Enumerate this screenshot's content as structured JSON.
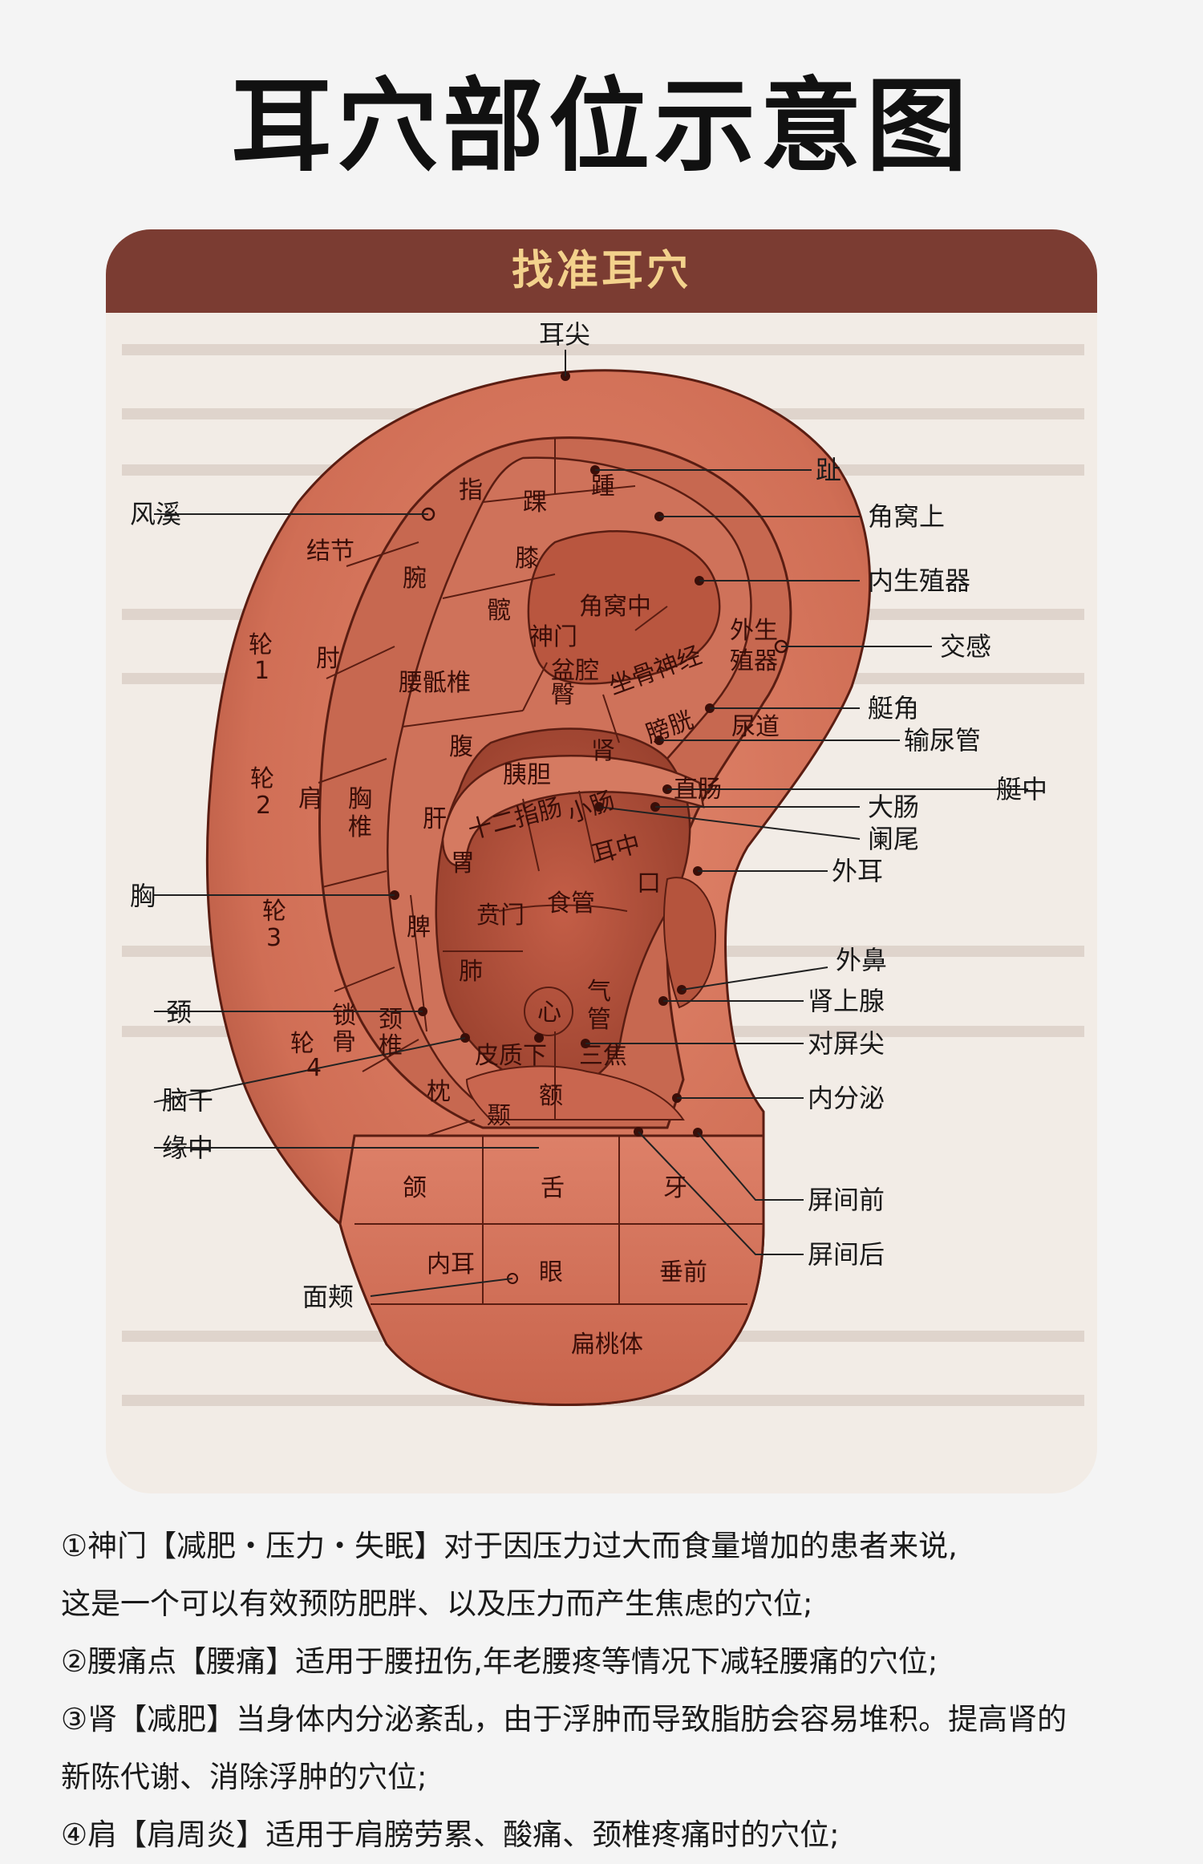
{
  "title": "耳穴部位示意图",
  "card_title": "找准耳穴",
  "left_labels": {
    "fengxi": "风溪",
    "xiong": "胸",
    "jing": "颈",
    "naogan": "脑干",
    "yuanzhong": "缘中",
    "mianjia": "面颊"
  },
  "right_labels": {
    "erjian": "耳尖",
    "zhi_toe": "趾",
    "jiaowoshang": "角窝上",
    "neishengzhiqi": "内生殖器",
    "jiaogan": "交感",
    "tingjiao": "艇角",
    "shuniaoguan": "输尿管",
    "tingzhong": "艇中",
    "dachang": "大肠",
    "lanwei": "阑尾",
    "waier": "外耳",
    "waibi": "外鼻",
    "shenshangxian": "肾上腺",
    "duipingjian": "对屏尖",
    "neifenmi": "内分泌",
    "pingjianqian": "屏间前",
    "pingjianhou": "屏间后"
  },
  "region_labels": {
    "finger": "指",
    "jiejie": "结节",
    "wrist": "腕",
    "heel": "踵",
    "ankle": "踝",
    "knee": "膝",
    "hip_kuan": "髋",
    "jiaowozhong": "角窝中",
    "shenmen": "神门",
    "penqiang": "盆腔",
    "wai_sheng": "外生",
    "zhiqi": "殖器",
    "lun1_a": "轮",
    "lun1_b": "1",
    "elbow": "肘",
    "yaodizhui": "腰骶椎",
    "tun": "臀",
    "zuogushenjing": "坐骨神经",
    "pangguang": "膀胱",
    "niaodao": "尿道",
    "fu": "腹",
    "yidan": "胰胆",
    "shen": "肾",
    "lun2_a": "轮",
    "lun2_b": "2",
    "shoulder": "肩",
    "xiong_a": "胸",
    "xiong_b": "椎",
    "gan": "肝",
    "shierzhichang": "十二指肠",
    "xiaochang": "小肠",
    "zhichang": "直肠",
    "erzhong": "耳中",
    "wei": "胃",
    "kou": "口",
    "benmen": "贲门",
    "shiguan": "食管",
    "lun3_a": "轮",
    "lun3_b": "3",
    "pi": "脾",
    "fei": "肺",
    "xin": "心",
    "qi": "气",
    "guan": "管",
    "suo": "锁",
    "gu": "骨",
    "jing_a": "颈",
    "jing_b": "椎",
    "lun4_a": "轮",
    "lun4_b": "4",
    "pizhixia": "皮质下",
    "sanjiao": "三焦",
    "zhen": "枕",
    "nie": "颞",
    "e": "额",
    "he": "颌",
    "she": "舌",
    "ya": "牙",
    "neier": "内耳",
    "yan": "眼",
    "chuiqian": "垂前",
    "biantaoti": "扁桃体"
  },
  "notes": [
    "①神门【减肥・压力・失眠】对于因压力过大而食量增加的患者来说,",
    "这是一个可以有效预防肥胖、以及压力而产生焦虑的穴位;",
    "②腰痛点【腰痛】适用于腰扭伤,年老腰疼等情况下减轻腰痛的穴位;",
    "③肾【减肥】当身体内分泌紊乱，由于浮肿而导致脂肪会容易堆积。提高肾的",
    "新陈代谢、消除浮肿的穴位;",
    "④肩【肩周炎】适用于肩膀劳累、酸痛、颈椎疼痛时的穴位;"
  ],
  "colors": {
    "header_bg": "#7b3c32",
    "header_text": "#f3d28c",
    "ear_base": "#d7775f",
    "ear_dark": "#a64a36",
    "ear_outline": "#5a1d12"
  }
}
